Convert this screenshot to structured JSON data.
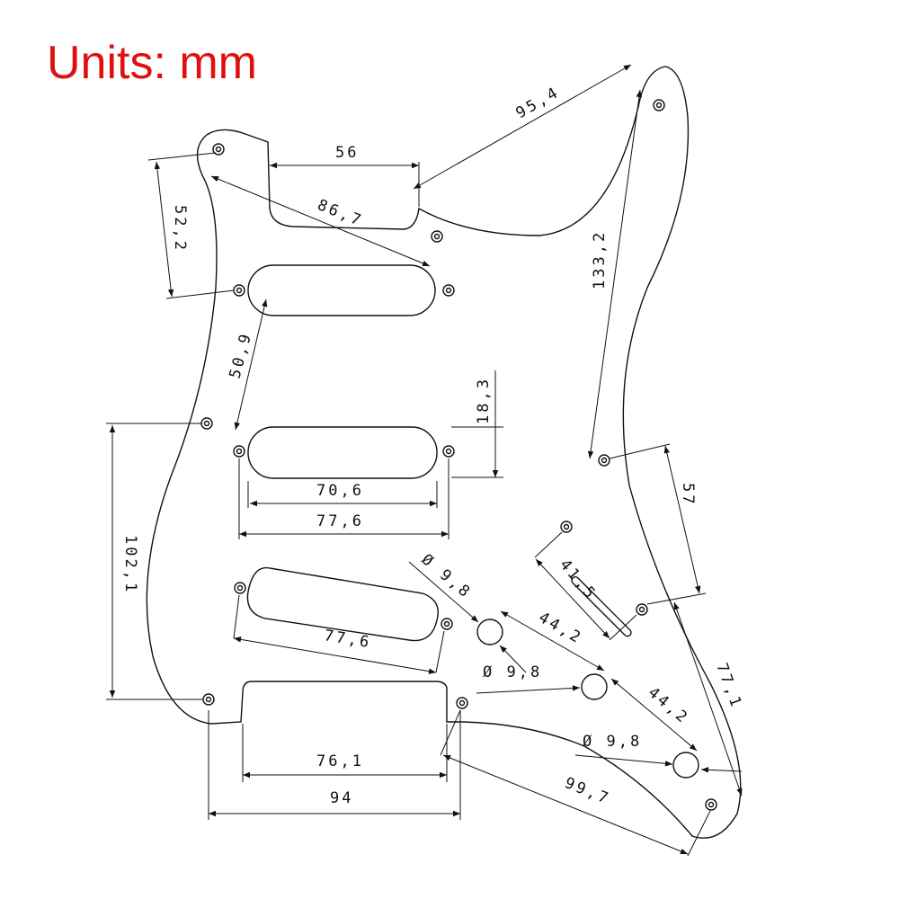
{
  "title": "Units: mm",
  "accent_color": "#e01010",
  "dimensions": {
    "d95_4": "95,4",
    "d56": "56",
    "d86_7": "86,7",
    "d52_2": "52,2",
    "d133_2": "133,2",
    "d50_9": "50,9",
    "d18_3": "18,3",
    "d70_6": "70,6",
    "d77_6a": "77,6",
    "d57": "57",
    "d41_5": "41,5",
    "d102_1": "102,1",
    "dia1": "Ø 9,8",
    "dia2": "Ø 9,8",
    "dia3": "Ø 9,8",
    "d44_2a": "44,2",
    "d44_2b": "44,2",
    "d77_6b": "77,6",
    "d77_1": "77,1",
    "d76_1": "76,1",
    "d94": "94",
    "d99_7": "99,7"
  }
}
